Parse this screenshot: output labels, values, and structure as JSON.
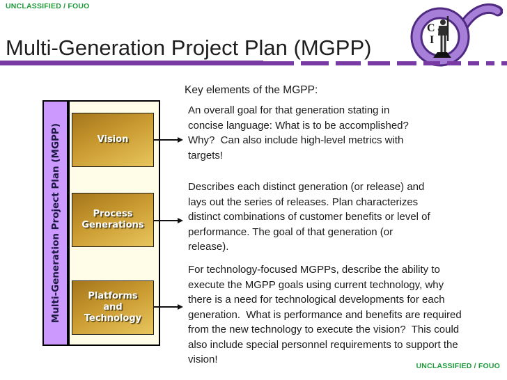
{
  "classification": {
    "top": "UNCLASSIFIED / FOUO",
    "bottom": "UNCLASSIFIED / FOUO"
  },
  "header": {
    "title": "Multi-Generation Project Plan (MGPP)"
  },
  "logo": {
    "description": "purple sigma with minuteman statue",
    "letters": [
      "C",
      "I"
    ]
  },
  "diagram": {
    "sidebar_label": "Multi-Generation Project Plan (MGPP)",
    "boxes": [
      {
        "lines": [
          "Vision"
        ]
      },
      {
        "lines": [
          "Process",
          "Generations"
        ]
      },
      {
        "lines": [
          "Platforms",
          "and",
          "Technology"
        ]
      }
    ]
  },
  "content": {
    "heading": "Key elements of the MGPP:",
    "paragraphs": [
      "An overall goal for that generation stating in\nconcise language: What is to be accomplished?\nWhy?  Can also include high-level metrics with\ntargets!",
      "Describes each distinct generation (or release) and\nlays out the series of releases. Plan characterizes\ndistinct combinations of customer benefits or level of\nperformance. The goal of that generation (or\nrelease).",
      "For technology-focused MGPPs, describe the ability to\nexecute the MGPP goals using current technology, why\nthere is a need for technological developments for each\ngeneration.  What is performance and benefits are required\nfrom the new technology to execute the vision?  This could\nalso include special personnel requirements to support the\nvision!"
    ]
  },
  "colors": {
    "classification_green": "#1E9A3B",
    "accent_purple": "#7A3AA4",
    "sidebar_lavender": "#CC99FF",
    "panel_cream": "#FFFCE8",
    "box_gold_dark": "#A4761C",
    "box_gold_light": "#E8C55E",
    "title_text": "#1E1E1E"
  }
}
